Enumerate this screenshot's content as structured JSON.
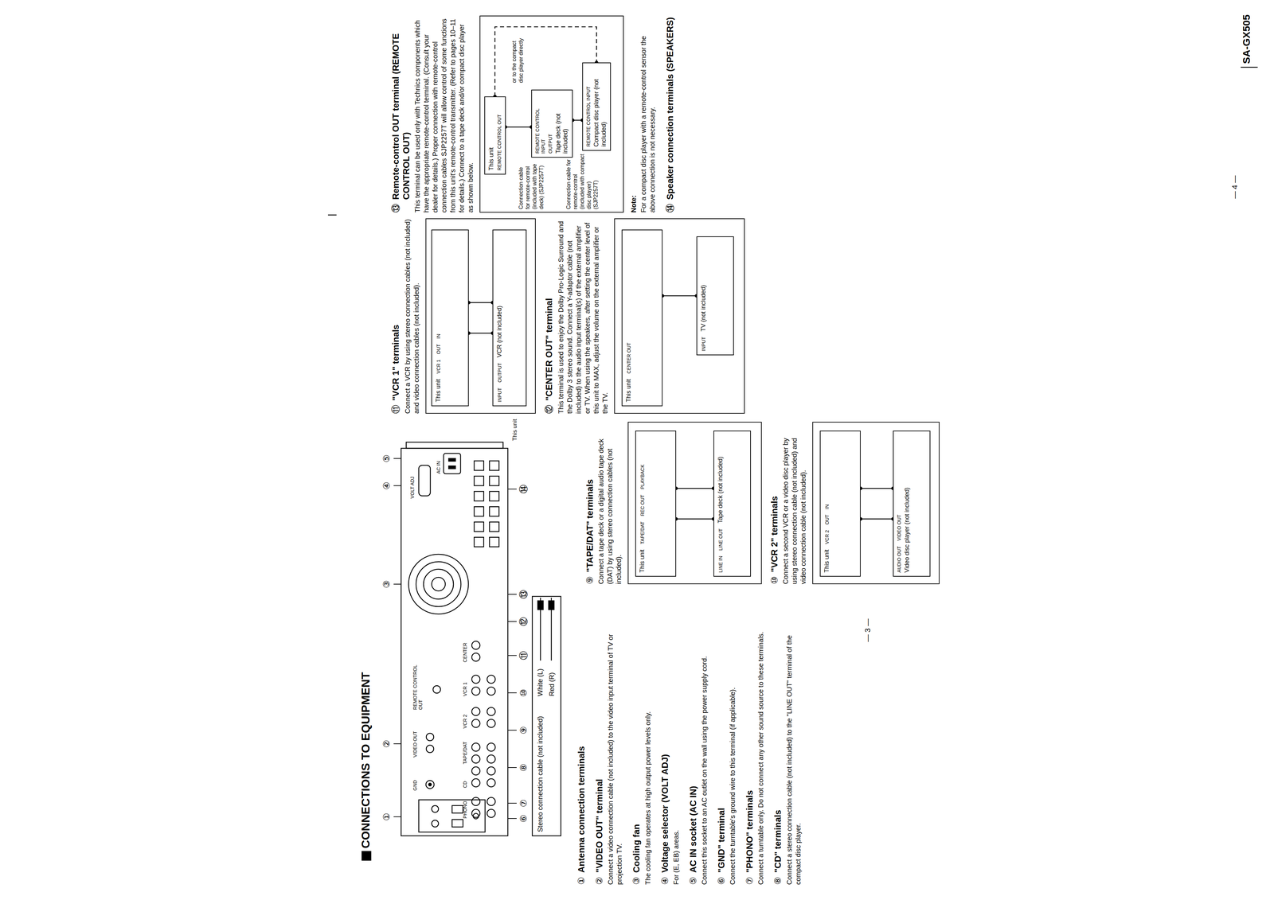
{
  "diagram": {
    "title": "CONNECTIONS TO EQUIPMENT",
    "nodes": [
      {
        "text": [
          "This unit",
          "TAPE/DAT",
          "REC OUT",
          "PLAYBACK"
        ]
      },
      {
        "text": [
          "LINE IN",
          "LINE OUT",
          "Tape deck (not included)"
        ]
      },
      {
        "text": [
          "This unit",
          "VCR 2",
          "OUT",
          "IN"
        ]
      },
      {
        "text": [
          "AUDIO OUT",
          "VIDEO OUT",
          "Video disc player (not included)"
        ]
      },
      {
        "text": [
          "This unit",
          "VCR 1",
          "OUT",
          "IN"
        ]
      },
      {
        "text": [
          "INPUT",
          "OUTPUT",
          "VCR (not included)"
        ]
      },
      {
        "text": [
          "This unit",
          "CENTER OUT"
        ]
      },
      {
        "text": [
          "INPUT",
          "TV (not included)"
        ]
      },
      {
        "text": [
          "This unit",
          "REMOTE CONTROL OUT"
        ]
      },
      {
        "text": [
          "REMOTE CONTROL INPUT",
          "OUTPUT",
          "Tape deck (not included)"
        ]
      },
      {
        "text": [
          "REMOTE CONTROL INPUT",
          "Compact disc player (not included)"
        ]
      }
    ],
    "edges": [
      {
        "from": 0,
        "to": 1,
        "arrow": "none"
      },
      {
        "from": 1,
        "to": 0,
        "arrow": "none"
      },
      {
        "from": 3,
        "to": 2,
        "arrow": "none"
      },
      {
        "from": 3,
        "to": 2,
        "arrow": "none"
      },
      {
        "from": 4,
        "to": 5,
        "arrow": "none"
      },
      {
        "from": 5,
        "to": 4,
        "arrow": "none"
      },
      {
        "from": 6,
        "to": 7,
        "arrow": "none"
      },
      {
        "from": 8,
        "to": 9,
        "arrow": "none"
      },
      {
        "from": 9,
        "to": 10,
        "arrow": "none"
      },
      {
        "from": 8,
        "to": 10,
        "arrow": "none"
      }
    ],
    "labels": [
      "①",
      "②",
      "③",
      "④",
      "⑤",
      "⑥",
      "⑦",
      "⑧",
      "⑨",
      "⑩",
      "⑪",
      "⑫",
      "⑬",
      "⑭",
      "This unit",
      "GND",
      "VIDEO OUT",
      "REMOTE CONTROL OUT",
      "VOLT ADJ",
      "AC IN",
      "PHONO",
      "CD",
      "TAPE/DAT",
      "VCR 2",
      "VCR 1",
      "CENTER",
      "Stereo connection cable (not included)",
      "White (L)",
      "Red (R)",
      "①",
      "Antenna connection terminals",
      "②",
      "\"VIDEO OUT\" terminal",
      "Connect a video connection cable (not included) to the video input terminal of TV or projection TV.",
      "③",
      "Cooling fan",
      "The cooling fan operates at high output power levels only.",
      "④",
      "Voltage selector (VOLT ADJ)",
      "For (E, EB) areas.",
      "⑤",
      "AC IN socket (AC IN)",
      "Connect this socket to an AC outlet on the wall using the power supply cord.",
      "⑥",
      "\"GND\" terminal",
      "Connect the turntable's ground wire to this terminal (if applicable).",
      "⑦",
      "\"PHONO\" terminals",
      "Connect a turntable only. Do not connect any other sound source to these terminals.",
      "⑧",
      "\"CD\" terminals",
      "Connect a stereo connection cable (not included) to the \"LINE OUT\" terminal of the compact disc player.",
      "— 3 —",
      "⑨",
      "\"TAPE/DAT\" terminals",
      "Connect a tape deck or a digital audio tape deck (DAT) by using stereo connection cables (not included).",
      "⑩",
      "\"VCR 2\" terminals",
      "Connect a second VCR or a video disc player by using stereo connection cable (not included) and video connection cable (not included).",
      "⑪",
      "\"VCR 1\" terminals",
      "Connect a VCR by using stereo connection cables (not included) and video connection cables (not included).",
      "⑫",
      "\"CENTER OUT\" terminal",
      "This terminal is used to enjoy the Dolby Pro-Logic Surround and the Dolby 3 stereo sound. Connect a Y-adaptor cable (not included) to the audio input terminal(s) of the external amplifier or TV. When using the speakers, after setting the center level of this unit to MAX, adjust the volume on the external amplifier or the TV.",
      "⑬",
      "Remote-control OUT terminal (REMOTE CONTROL OUT)",
      "This terminal can be used only with Technics components which have the appropriate remote-control terminal. (Consult your dealer for details.) Proper connection with remote-control connection cables SJP2257T will allow control of some functions from this unit's remote-control transmitter. (Refer to pages 10–11 for details.) Connect to a tape deck and/or compact disc player as shown below.",
      "Connection cable for remote-control (included with tape deck) (SJP2257T)",
      "or to the compact disc player directly",
      "Connection cable for remote-control (included with compact disc player) (SJP2257T)",
      "Note:",
      "For a compact disc player with a remote-control sensor the above connection is not necessary.",
      "⑭",
      "Speaker connection terminals (SPEAKERS)",
      "— 4 —",
      "SA-GX505"
    ]
  }
}
